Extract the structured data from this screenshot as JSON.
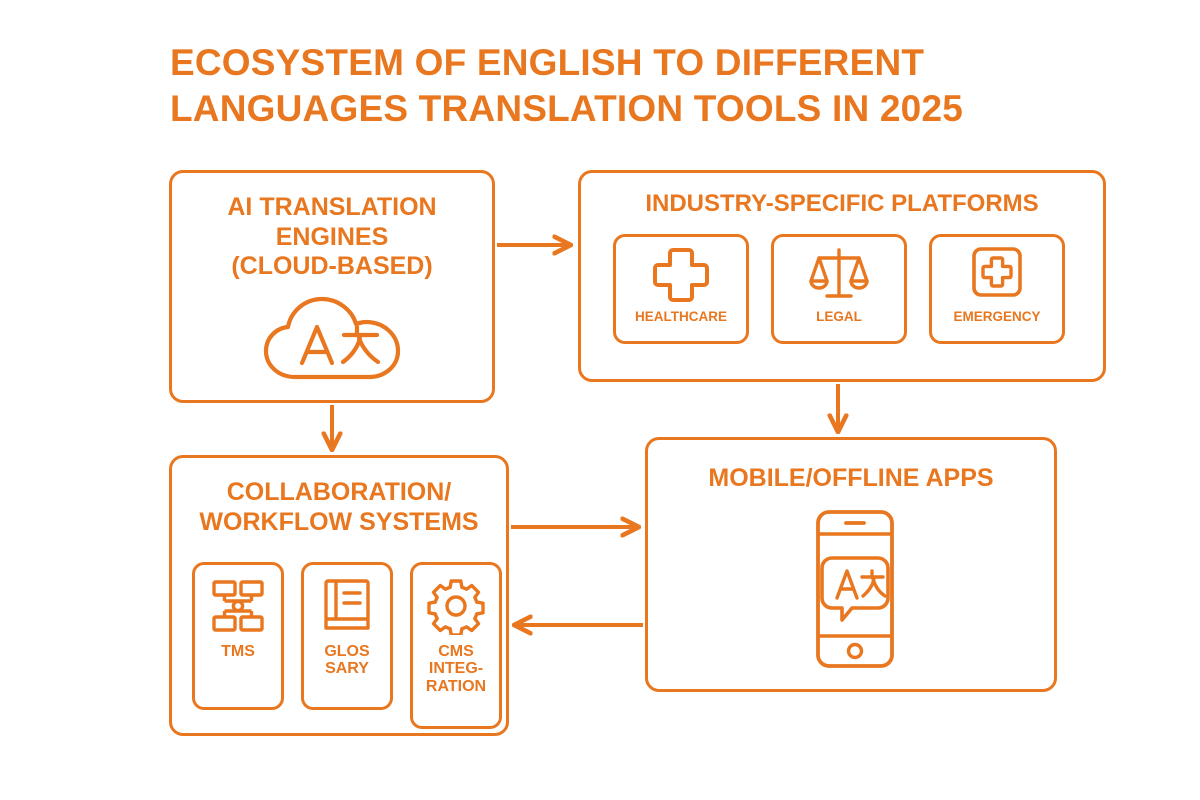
{
  "page": {
    "title": "ECOSYSTEM OF ENGLISH TO DIFFERENT\nLANGUAGES TRANSLATION TOOLS IN 2025",
    "accent_color": "#E8771F",
    "background_color": "#FFFFFF"
  },
  "nodes": {
    "ai_engines": {
      "title": "AI TRANSLATION\nENGINES\n(CLOUD-BASED)",
      "icon": "cloud-translate-icon",
      "icon_glyph_latin": "A",
      "icon_glyph_cjk": "文"
    },
    "industry_platforms": {
      "title": "INDUSTRY-SPECIFIC PLATFORMS",
      "cards": [
        {
          "label": "HEALTHCARE",
          "icon": "medical-cross-icon"
        },
        {
          "label": "LEGAL",
          "icon": "balance-scales-icon"
        },
        {
          "label": "EMERGENCY",
          "icon": "emergency-cross-badge-icon"
        }
      ]
    },
    "collaboration": {
      "title": "COLLABORATION/\nWORKFLOW SYSTEMS",
      "cards": [
        {
          "label": "TMS",
          "icon": "org-chart-icon"
        },
        {
          "label": "GLOS\nSARY",
          "icon": "book-icon"
        },
        {
          "label": "CMS\nINTEG-\nRATION",
          "icon": "gear-icon"
        }
      ]
    },
    "mobile_apps": {
      "title": "MOBILE/OFFLINE APPS",
      "icon": "smartphone-translate-icon",
      "icon_glyph_latin": "A",
      "icon_glyph_cjk": "文"
    }
  },
  "connectors": [
    {
      "name": "ai-to-industry",
      "from": "ai_engines",
      "to": "industry_platforms",
      "direction": "right"
    },
    {
      "name": "ai-to-collaboration",
      "from": "ai_engines",
      "to": "collaboration",
      "direction": "down"
    },
    {
      "name": "industry-to-mobile",
      "from": "industry_platforms",
      "to": "mobile_apps",
      "direction": "down"
    },
    {
      "name": "collaboration-to-mobile",
      "from": "collaboration",
      "to": "mobile_apps",
      "direction": "right"
    },
    {
      "name": "mobile-to-collaboration",
      "from": "mobile_apps",
      "to": "collaboration",
      "direction": "left"
    }
  ]
}
